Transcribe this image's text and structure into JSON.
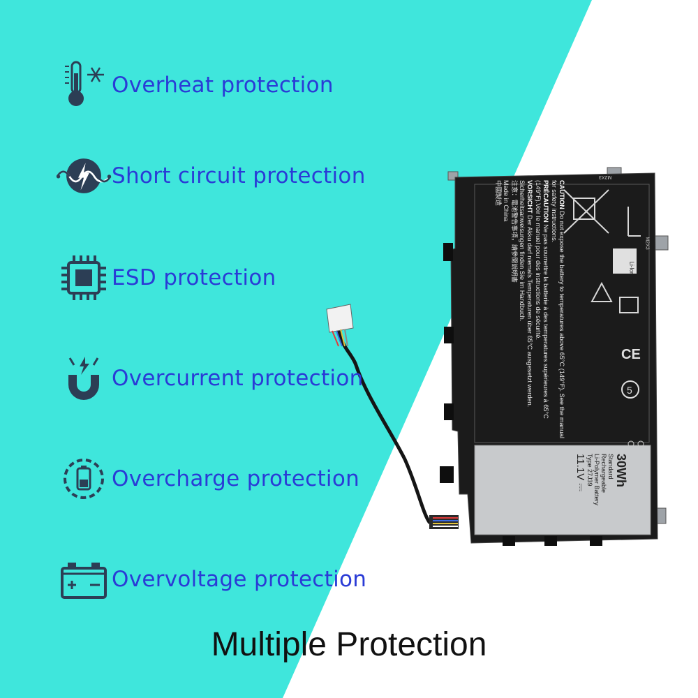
{
  "colors": {
    "teal": "#3fe6dc",
    "text_blue": "#2a3bd6"
  },
  "features": [
    {
      "icon": "thermometer-snowflake-icon",
      "label": "Overheat protection"
    },
    {
      "icon": "lightning-wave-icon",
      "label": "Short circuit protection"
    },
    {
      "icon": "chip-icon",
      "label": "ESD protection"
    },
    {
      "icon": "magnet-lightning-icon",
      "label": "Overcurrent protection"
    },
    {
      "icon": "battery-charge-icon",
      "label": "Overcharge protection"
    },
    {
      "icon": "car-battery-icon",
      "label": "Overvoltage protection"
    }
  ],
  "caption": "Multiple Protection",
  "battery_label": {
    "caution_head": "CAUTION",
    "caution_text": "Do not expose the battery to temperatures above 65°C (149°F). See the manual for safety instructions.",
    "precaution_head": "PRÉCAUTION",
    "precaution_text": "Ne pas soumettre la batterie à des temperatures supérieures à 65°C (149°F).Voir le manuel pour des instructions de sécurité.",
    "vorsicht_head": "VORSICHT",
    "vorsicht_text": "Der Akku darf niemals Temperaturen über 65°C ausgesetzt werden. Sicherheitsanweisungen finden Sie im Handbuch.",
    "chinese_text": "注意：電池警告事項，請參閱說明書",
    "made_in": "Made in China",
    "made_in_cn": "中國製造",
    "capacity": "30Wh",
    "standard": "Standard",
    "rechargeable": "Rechargeable",
    "type_desc": "Li-Polymer Battery",
    "type_code": "Type 27J39",
    "voltage": "11.1V ⎓",
    "m2x3_a": "M2X3",
    "m2x3_b": "M2X3",
    "liion": "Li-Ion",
    "ce": "CE"
  }
}
